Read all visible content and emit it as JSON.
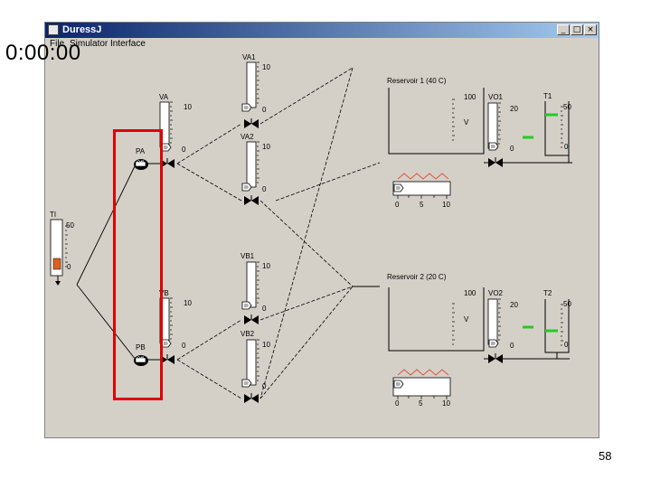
{
  "window": {
    "title": "DuressJ",
    "minimize_glyph": "_",
    "maximize_glyph": "□",
    "close_glyph": "×"
  },
  "menu": {
    "items": [
      {
        "label": "File"
      },
      {
        "label": "Simulator"
      },
      {
        "label": "Interface"
      }
    ]
  },
  "clock": "0:00:00",
  "source": {
    "label": "TI",
    "max": "50",
    "min": "0",
    "indicator_color": "#e06020"
  },
  "valves": {
    "va": {
      "label": "VA",
      "max": "10",
      "min": "0"
    },
    "vb": {
      "label": "VB",
      "max": "10",
      "min": "0"
    },
    "va1": {
      "label": "VA1",
      "max": "10",
      "min": "0"
    },
    "va2": {
      "label": "VA2",
      "max": "10",
      "min": "0"
    },
    "vb1": {
      "label": "VB1",
      "max": "10",
      "min": "0"
    },
    "vb2": {
      "label": "VB2",
      "max": "10",
      "min": "0"
    }
  },
  "pumps": {
    "pa": {
      "label": "PA",
      "state": "Off"
    },
    "pb": {
      "label": "PB",
      "state": "Off"
    }
  },
  "reservoir1": {
    "title": "Reservoir 1 (40 C)",
    "scale_max": "100",
    "scale_mark": "V",
    "outlet": {
      "label": "VO1",
      "max": "20",
      "min": "0"
    },
    "temp": {
      "label": "T1",
      "max": "50",
      "min": "0"
    },
    "heater": {
      "scale": [
        "0",
        "5",
        "10"
      ]
    }
  },
  "reservoir2": {
    "title": "Reservoir 2 (20 C)",
    "scale_max": "100",
    "scale_mark": "V",
    "outlet": {
      "label": "VO2",
      "max": "20",
      "min": "0"
    },
    "temp": {
      "label": "T2",
      "max": "50",
      "min": "0"
    },
    "heater": {
      "scale": [
        "0",
        "5",
        "10"
      ]
    }
  },
  "colors": {
    "window_bg": "#d4d0c8",
    "title_bar": "#0a246a",
    "setpoint": "#22cc22",
    "highlight": "#e00000",
    "heater": "#e05030"
  },
  "slide_number": "58"
}
